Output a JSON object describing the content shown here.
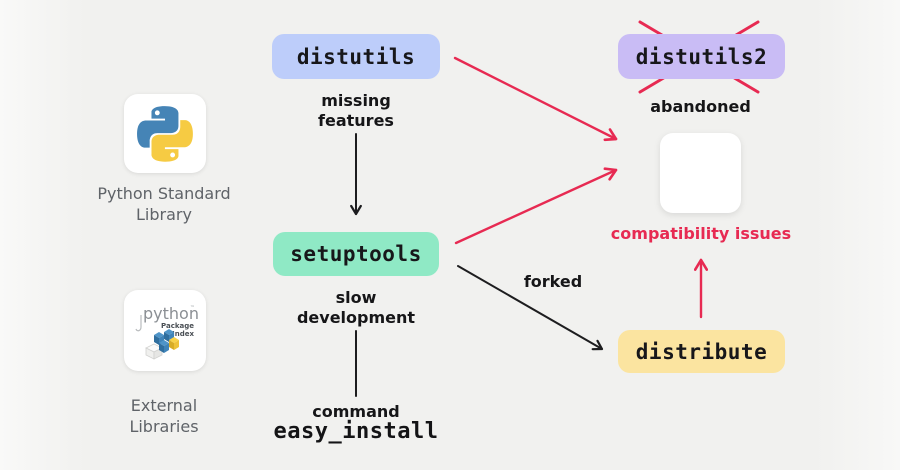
{
  "nodes": {
    "distutils": {
      "label": "distutils",
      "bg": "#bdcdfa"
    },
    "distutils2": {
      "label": "distutils2",
      "bg": "#c9bcf5"
    },
    "setuptools": {
      "label": "setuptools",
      "bg": "#8fe9c5"
    },
    "distribute": {
      "label": "distribute",
      "bg": "#fbe4a0"
    }
  },
  "annotations": {
    "missing_features": "missing features",
    "slow_development": "slow development",
    "command": "command",
    "easy_install": "easy_install",
    "abandoned": "abandoned",
    "forked": "forked",
    "compatibility_issues": "compatibility issues"
  },
  "left_column": {
    "python_card_label": "Python Standard Library",
    "pypi_card_label": "External Libraries",
    "pypi_wordmark": "python",
    "pypi_tm": "™",
    "pypi_sub_line1": "Package",
    "pypi_sub_line2": "Index"
  },
  "icons": {
    "python_logo": "python-logo-icon",
    "pypi_logo": "pypi-logo-icon",
    "cross": "cross-x-icon"
  },
  "colors": {
    "red_accent": "#e72a52",
    "arrow_black": "#1d1d1f",
    "python_blue": "#4584b6",
    "python_yellow": "#f6cb43",
    "background": "#f1f1ef"
  }
}
